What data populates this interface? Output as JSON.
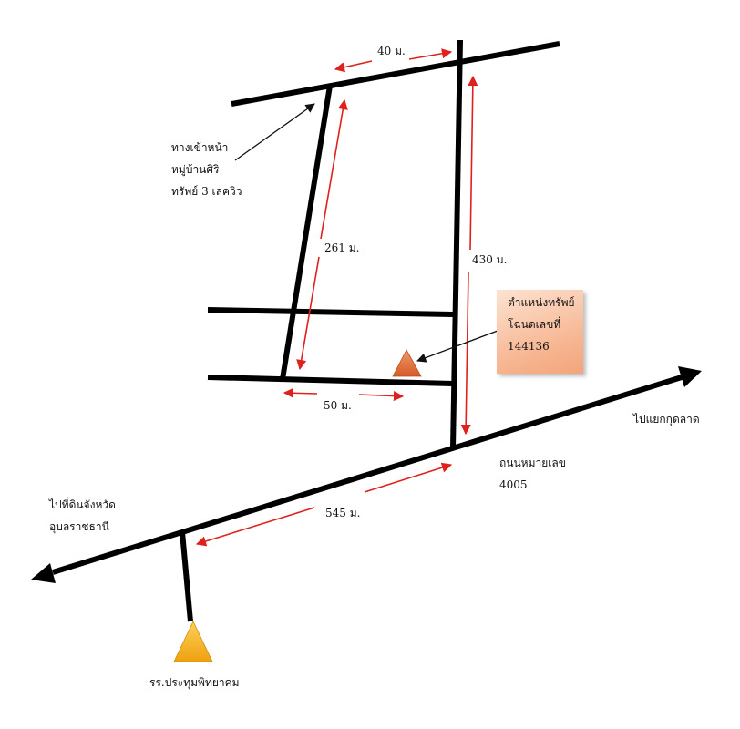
{
  "labels": {
    "entrance": [
      "ทางเข้าหน้า",
      "หมู่บ้านศิริ",
      "ทรัพย์ 3 เลควิว"
    ],
    "dist_top": "40 ม.",
    "dist_left_road": "261 ม.",
    "dist_right_road": "430 ม.",
    "dist_bottom_road": "50 ม.",
    "dist_highway": "545 ม.",
    "to_market": "ไปแยกกุดลาด",
    "highway_name": [
      "ถนนหมายเลข",
      "4005"
    ],
    "to_province": [
      "ไปที่ดินจังหวัด",
      "อุบลราชธานี"
    ],
    "school": "รร.ประทุมพิทยาคม"
  },
  "property_box": [
    "ตำแหน่งทรัพย์",
    "โฉนดเลขที่",
    "144136"
  ],
  "colors": {
    "road": "#000000",
    "measure": "#e0201c",
    "property_marker": "#e2733d",
    "school_marker": "#f5b21e",
    "box_fill": "#f6b48f"
  },
  "icons": [
    "property-triangle-icon",
    "school-triangle-icon",
    "arrow-head-icon"
  ]
}
